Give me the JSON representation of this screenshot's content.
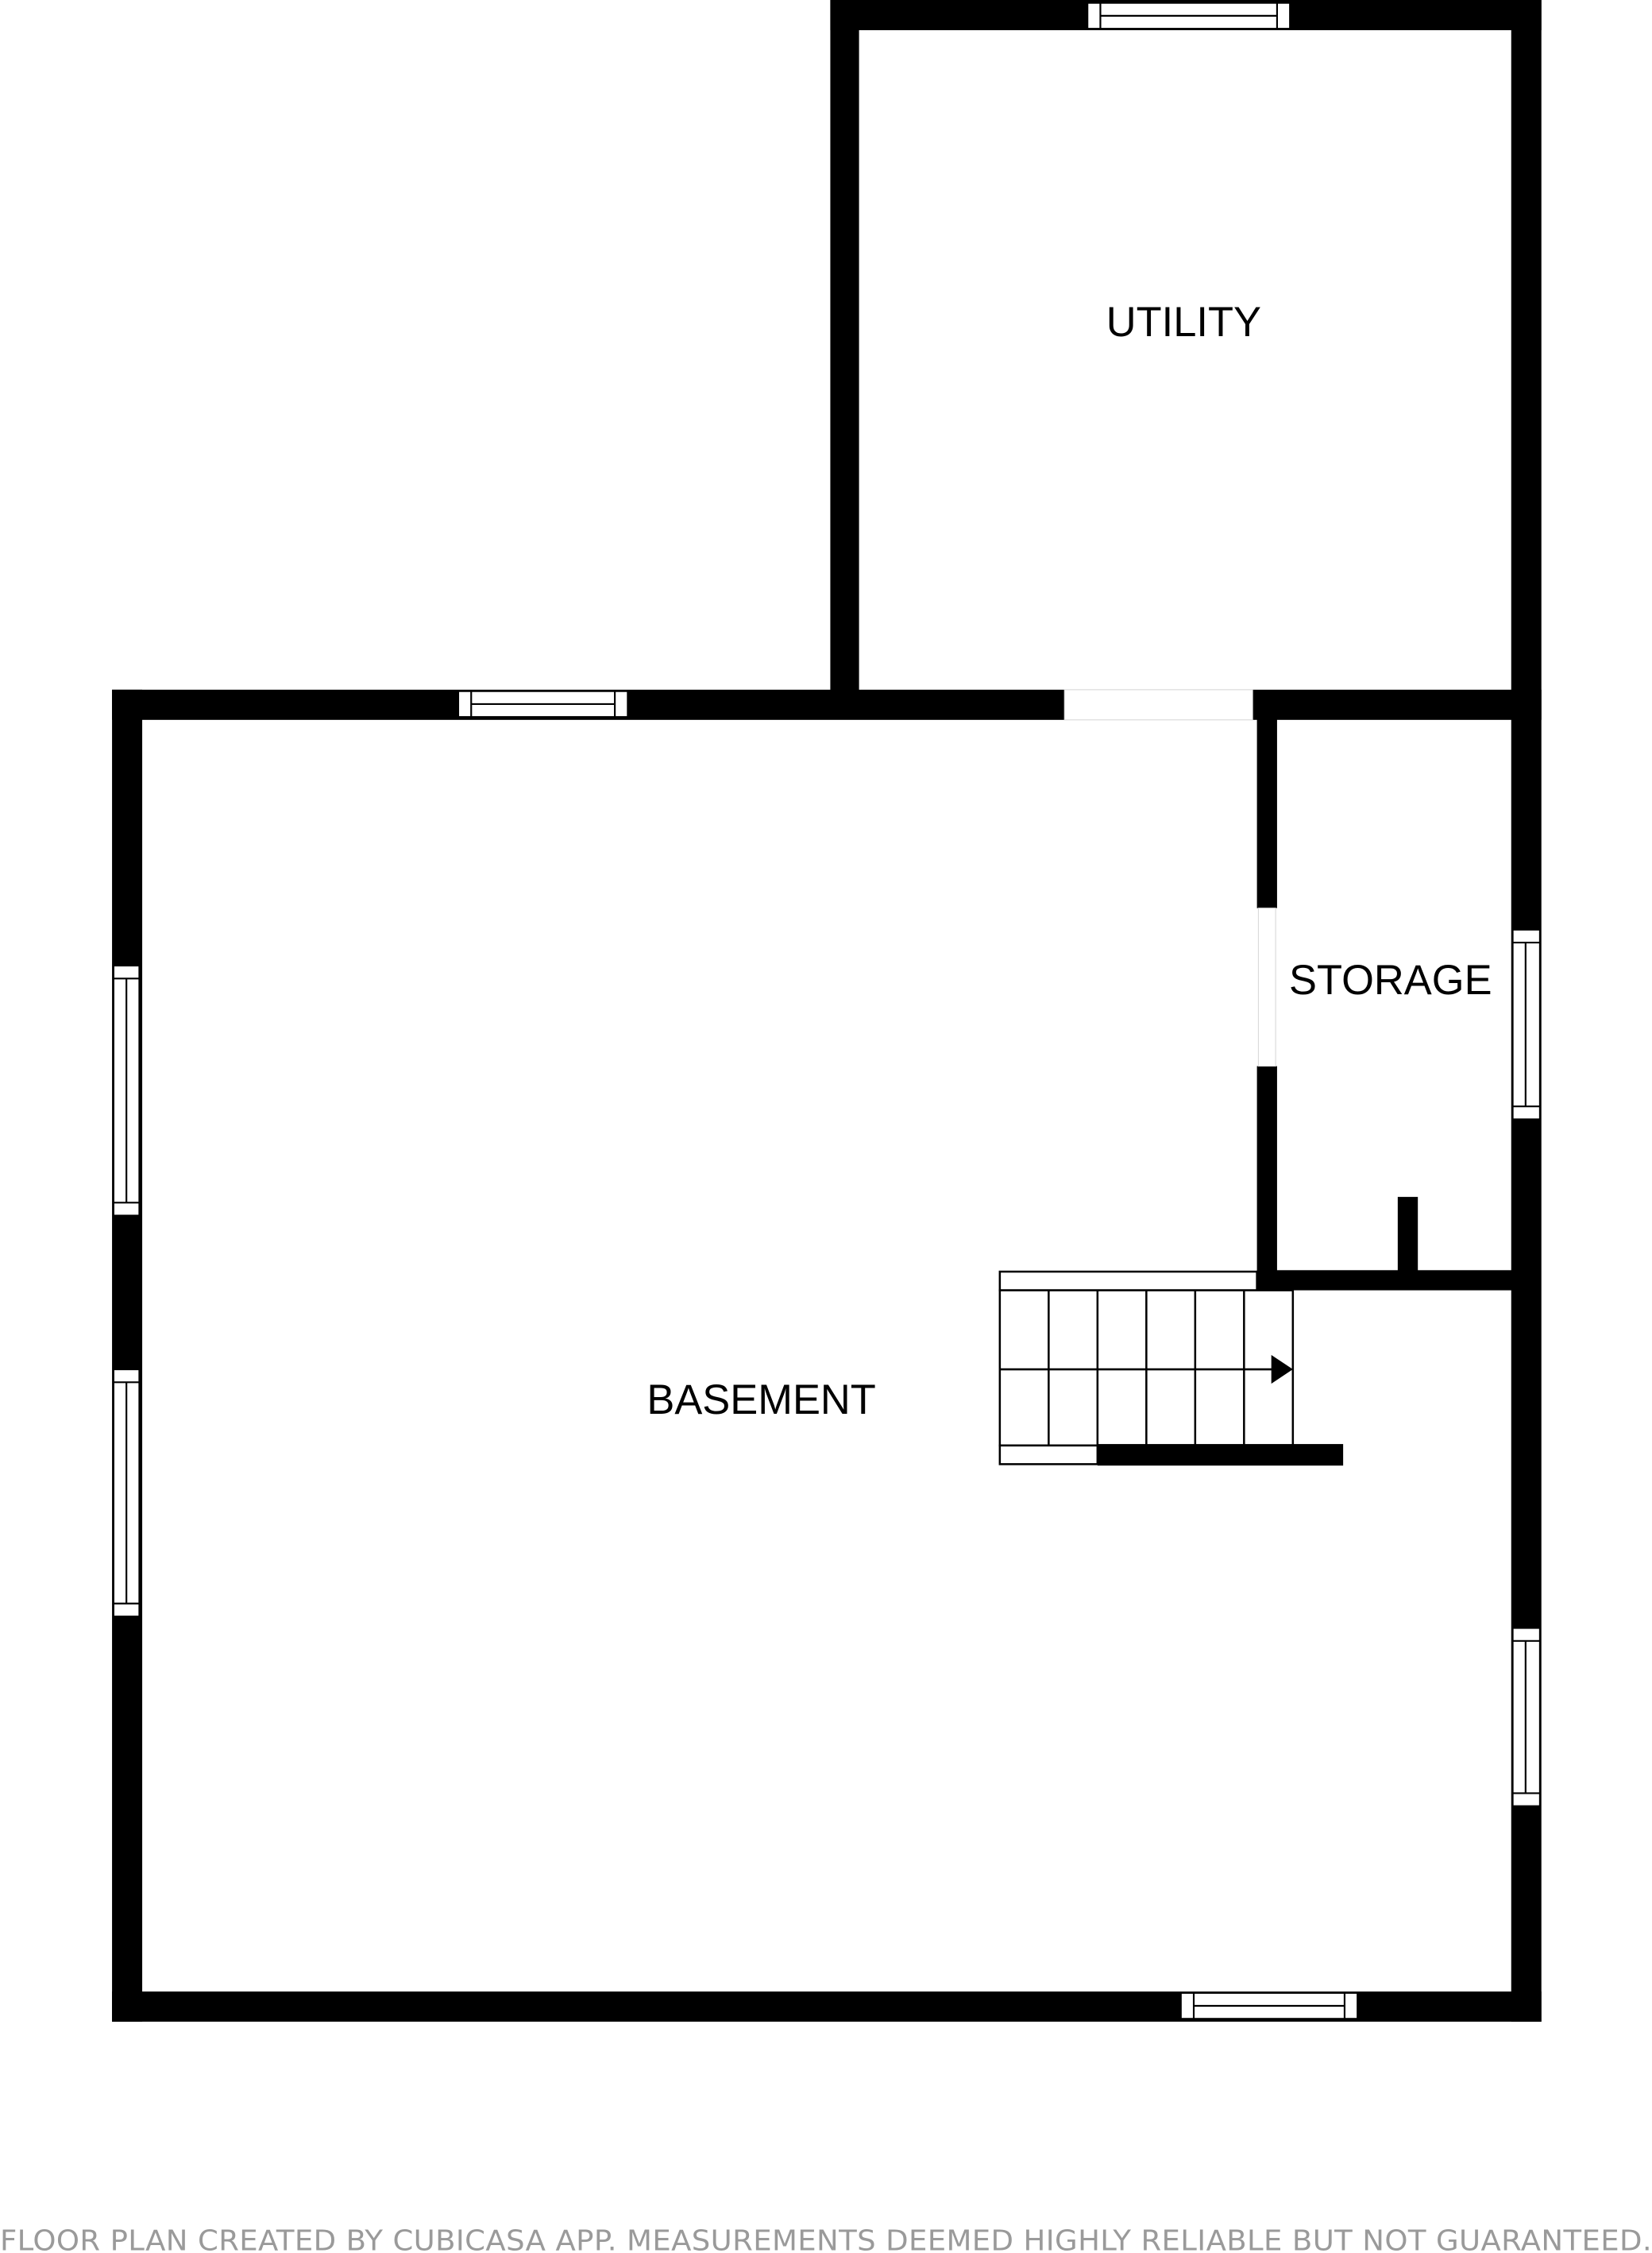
{
  "plan": {
    "rooms": [
      {
        "id": "utility",
        "label": "UTILITY"
      },
      {
        "id": "storage",
        "label": "STORAGE"
      },
      {
        "id": "basement",
        "label": "BASEMENT"
      }
    ],
    "colors": {
      "wall": "#000000",
      "background": "#ffffff",
      "footer_text": "#9a9a9a"
    }
  },
  "footer": {
    "disclaimer": "FLOOR PLAN CREATED BY CUBICASA APP. MEASUREMENTS DEEMED HIGHLY RELIABLE BUT NOT GUARANTEED."
  }
}
